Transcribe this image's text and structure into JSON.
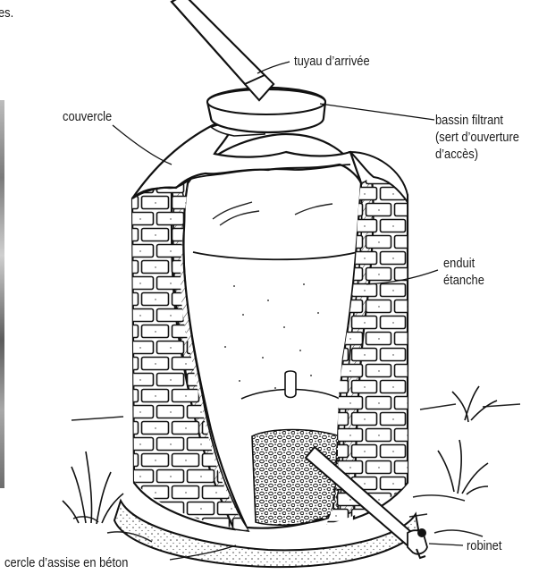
{
  "labels": {
    "top_fragment": "es.",
    "inlet_pipe": "tuyau d’arrivée",
    "lid": "couvercle",
    "filter_basin_line1": "bassin filtrant",
    "filter_basin_line2": "(sert d’ouverture",
    "filter_basin_line3": "d’accès)",
    "waterproof_line1": "enduit",
    "waterproof_line2": "étanche",
    "tap": "robinet",
    "foundation": "cercle d’assise en béton"
  }
}
